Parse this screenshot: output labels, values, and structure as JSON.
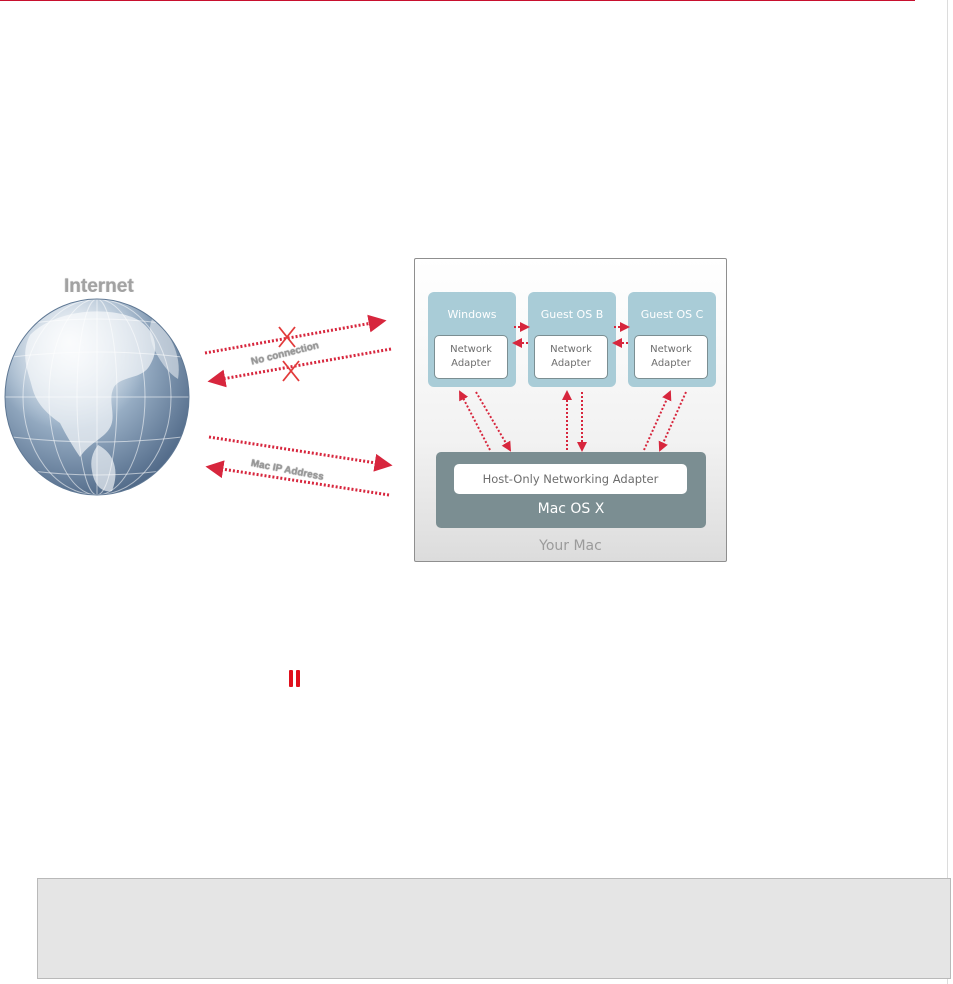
{
  "diagram": {
    "internet_label": "Internet",
    "link_labels": {
      "no_connection": "No connection",
      "mac_ip_address": "Mac IP Address"
    },
    "guests": [
      {
        "title": "Windows",
        "adapter": [
          "Network",
          "Adapter"
        ]
      },
      {
        "title": "Guest OS B",
        "adapter": [
          "Network",
          "Adapter"
        ]
      },
      {
        "title": "Guest OS C",
        "adapter": [
          "Network",
          "Adapter"
        ]
      }
    ],
    "host_adapter": "Host-Only Networking Adapter",
    "host_os": "Mac OS X",
    "computer": "Your Mac"
  },
  "colors": {
    "accent_red": "#c8102e",
    "arrow_red": "#d7263d",
    "guest_blue": "#a9ccd7",
    "host_slate": "#7b8e92"
  },
  "icons": {
    "globe": "globe-icon",
    "blocked": "x-mark-icon",
    "pause": "pause-icon"
  }
}
